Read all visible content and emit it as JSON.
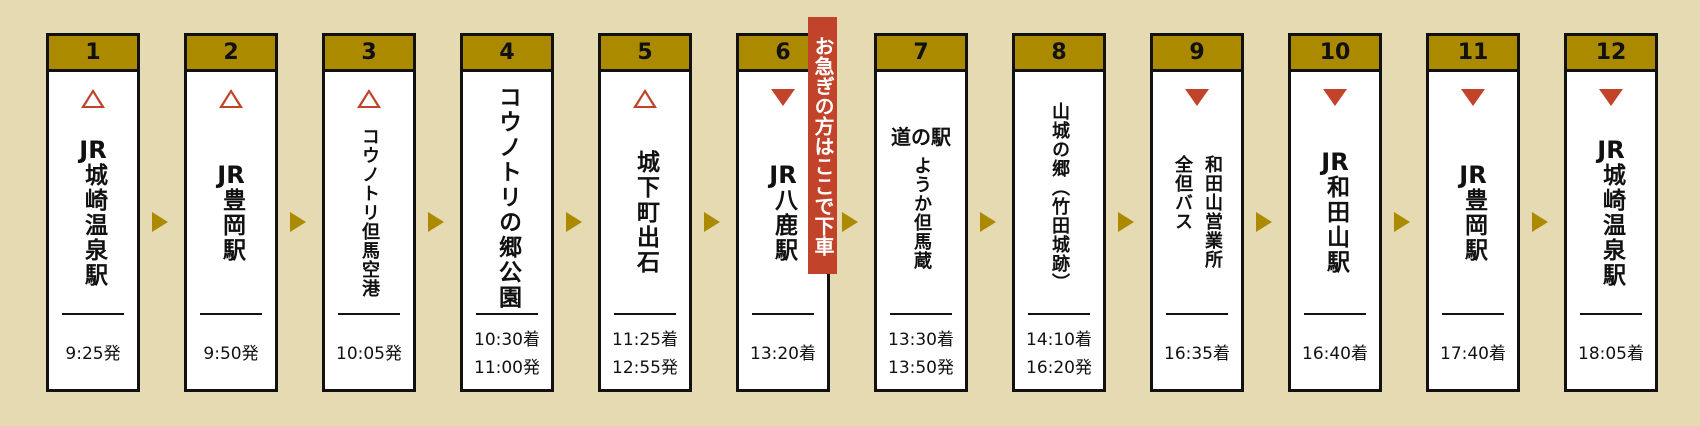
{
  "colors": {
    "background": "#e6dab2",
    "header": "#ab8a00",
    "accent_red": "#c0432a"
  },
  "banner": "お急ぎの方はここで下車",
  "stops": [
    {
      "number": "1",
      "marker": "up",
      "prefix": "JR",
      "names": [
        "城崎温泉駅"
      ],
      "times": [
        "9:25発"
      ]
    },
    {
      "number": "2",
      "marker": "up",
      "prefix": "JR",
      "names": [
        "豊岡駅"
      ],
      "times": [
        "9:50発"
      ]
    },
    {
      "number": "3",
      "marker": "up",
      "prefix": "",
      "names": [
        "コウノトリ但馬空港"
      ],
      "small": true,
      "times": [
        "10:05発"
      ]
    },
    {
      "number": "4",
      "marker": "none",
      "prefix": "",
      "names": [
        "コウノトリの郷公園"
      ],
      "times": [
        "10:30着",
        "11:00発"
      ]
    },
    {
      "number": "5",
      "marker": "up",
      "prefix": "",
      "names": [
        "城下町出石"
      ],
      "times": [
        "11:25着",
        "12:55発"
      ]
    },
    {
      "number": "6",
      "marker": "down",
      "prefix": "JR",
      "names": [
        "八鹿駅"
      ],
      "times": [
        "13:20着"
      ]
    },
    {
      "number": "7",
      "marker": "none",
      "prefix": "道の駅",
      "names": [
        "ようか但馬蔵"
      ],
      "small": true,
      "times": [
        "13:30着",
        "13:50発"
      ]
    },
    {
      "number": "8",
      "marker": "none",
      "prefix": "",
      "names": [
        "山城の郷（竹田城跡）"
      ],
      "small": true,
      "times": [
        "14:10着",
        "16:20発"
      ]
    },
    {
      "number": "9",
      "marker": "down",
      "prefix": "",
      "names": [
        "和田山営業所",
        "全但バス"
      ],
      "small": true,
      "times": [
        "16:35着"
      ]
    },
    {
      "number": "10",
      "marker": "down",
      "prefix": "JR",
      "names": [
        "和田山駅"
      ],
      "times": [
        "16:40着"
      ]
    },
    {
      "number": "11",
      "marker": "down",
      "prefix": "JR",
      "names": [
        "豊岡駅"
      ],
      "times": [
        "17:40着"
      ]
    },
    {
      "number": "12",
      "marker": "down",
      "prefix": "JR",
      "names": [
        "城崎温泉駅"
      ],
      "times": [
        "18:05着"
      ]
    }
  ]
}
